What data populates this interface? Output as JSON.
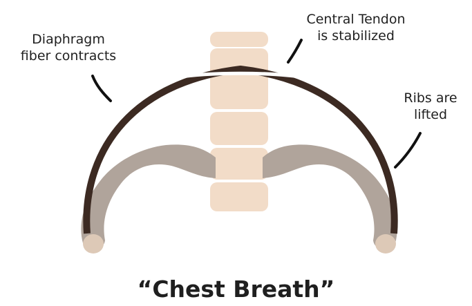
{
  "labels": {
    "diaphragm": [
      "Diaphragm",
      "fiber contracts"
    ],
    "tendon": [
      "Central Tendon",
      "is stabilized"
    ],
    "ribs": [
      "Ribs are",
      "lifted"
    ]
  },
  "caption": "“Chest Breath”",
  "colors": {
    "spine": "#f2dcc8",
    "spine_shadow": "#e9cdb6",
    "disc": "#ffffff",
    "rib": "#b0a49b",
    "rib_end": "#ddc9b7",
    "diaphragm": "#3c2a22",
    "tendon": "#ffffff",
    "leader": "#111111",
    "text": "#1f1f1f"
  }
}
